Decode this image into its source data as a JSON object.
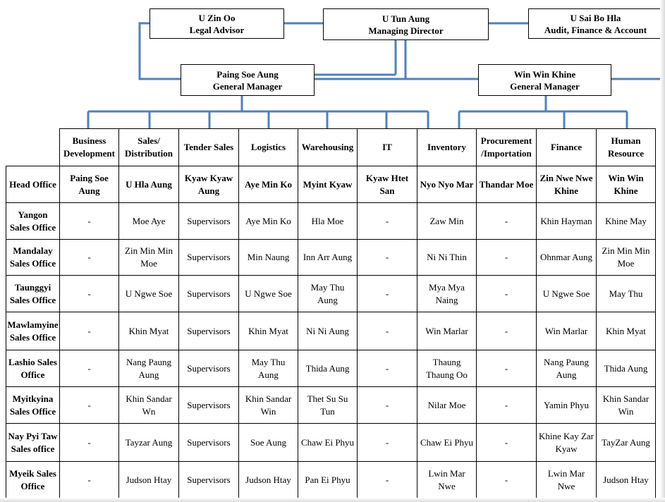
{
  "org": {
    "advisor": {
      "name": "U Zin Oo",
      "title": "Legal Advisor"
    },
    "director": {
      "name": "U Tun Aung",
      "title": "Managing Director"
    },
    "audit": {
      "name": "U Sai Bo Hla",
      "title": "Audit, Finance & Account"
    },
    "gm_left": {
      "name": "Paing Soe Aung",
      "title": "General Manager"
    },
    "gm_right": {
      "name": "Win Win Khine",
      "title": "General Manager"
    }
  },
  "colors": {
    "connector": "#4f81bd",
    "border": "#000000"
  },
  "table": {
    "headers": [
      "Business Development",
      "Sales/ Distribution",
      "Tender Sales",
      "Logistics",
      "Warehousing",
      "IT",
      "Inventory",
      "Procurement /Importation",
      "Finance",
      "Human Resource"
    ],
    "rows": [
      {
        "office": "Head Office",
        "cells": [
          "Paing Soe Aung",
          "U Hla Aung",
          "Kyaw Kyaw Aung",
          "Aye Min Ko",
          "Myint Kyaw",
          "Kyaw Htet San",
          "Nyo Nyo Mar",
          "Thandar Moe",
          "Zin Nwe Nwe Khine",
          "Win Win Khine"
        ]
      },
      {
        "office": "Yangon Sales Office",
        "cells": [
          "-",
          "Moe Aye",
          "Supervisors",
          "Aye Min Ko",
          "Hla Moe",
          "-",
          "Zaw Min",
          "-",
          "Khin Hayman",
          "Khine May"
        ]
      },
      {
        "office": "Mandalay Sales Office",
        "cells": [
          "-",
          "Zin Min Min Moe",
          "Supervisors",
          "Min Naung",
          "Inn Arr Aung",
          "-",
          "Ni Ni Thin",
          "-",
          "Ohnmar Aung",
          "Zin Min Min Moe"
        ]
      },
      {
        "office": "Taunggyi Sales Office",
        "cells": [
          "-",
          "U Ngwe Soe",
          "Supervisors",
          "U Ngwe Soe",
          "May Thu Aung",
          "-",
          "Mya Mya Naing",
          "-",
          "U Ngwe Soe",
          "May Thu"
        ]
      },
      {
        "office": "Mawlamyine Sales Office",
        "cells": [
          "-",
          "Khin Myat",
          "Supervisors",
          "Khin Myat",
          "Ni Ni Aung",
          "-",
          "Win Marlar",
          "-",
          "Win Marlar",
          "Khin Myat"
        ]
      },
      {
        "office": "Lashio Sales Office",
        "cells": [
          "-",
          "Nang Paung Aung",
          "Supervisors",
          "May Thu Aung",
          "Thida Aung",
          "-",
          "Thaung Thaung Oo",
          "-",
          "Nang Paung Aung",
          "Thida Aung"
        ]
      },
      {
        "office": "Myitkyina Sales Office",
        "cells": [
          "-",
          "Khin Sandar Wn",
          "Supervisors",
          "Khin Sandar Win",
          "Thet Su Su Tun",
          "-",
          "Nilar Moe",
          "-",
          "Yamin Phyu",
          "Khin Sandar Win"
        ]
      },
      {
        "office": "Nay Pyi Taw Sales office",
        "cells": [
          "-",
          "Tayzar Aung",
          "Supervisors",
          "Soe Aung",
          "Chaw Ei Phyu",
          "-",
          "Chaw Ei Phyu",
          "-",
          "Khine Kay Zar Kyaw",
          "TayZar Aung"
        ]
      },
      {
        "office": "Myeik Sales Office",
        "cells": [
          "-",
          "Judson Htay",
          "Supervisors",
          "Judson Htay",
          "Pan Ei Phyu",
          "-",
          "Lwin Mar Nwe",
          "-",
          "Lwin Mar Nwe",
          "Judson Htay"
        ]
      }
    ]
  }
}
